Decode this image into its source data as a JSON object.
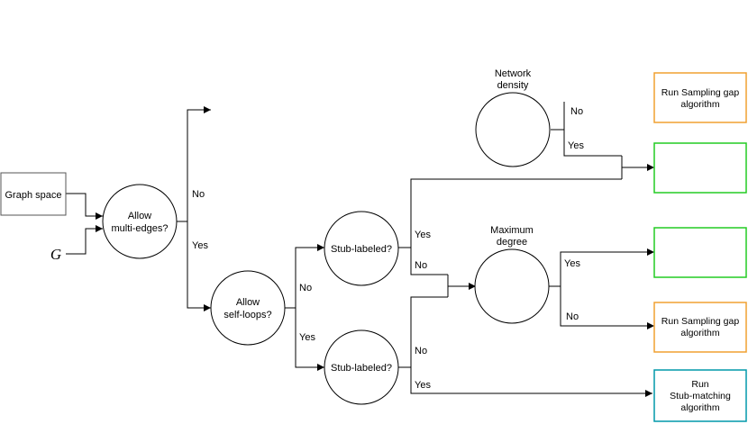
{
  "nodes": {
    "graph_space": "Graph space",
    "g_symbol": "G",
    "allow_multi_edges": [
      "Allow",
      "multi-edges?"
    ],
    "allow_self_loops": [
      "Allow",
      "self-loops?"
    ],
    "stub_labeled_top": "Stub-labeled?",
    "stub_labeled_bottom": "Stub-labeled?",
    "network_density": {
      "title": [
        "Network",
        "density"
      ]
    },
    "maximum_degree": {
      "title": [
        "Maximum",
        "degree"
      ]
    }
  },
  "edge_labels": {
    "multi_no": "No",
    "multi_yes": "Yes",
    "self_no": "No",
    "self_yes": "Yes",
    "stub_top_yes": "Yes",
    "stub_top_no": "No",
    "stub_bottom_no": "No",
    "stub_bottom_yes": "Yes",
    "density_no": "No",
    "density_yes": "Yes",
    "degree_yes": "Yes",
    "degree_no": "No"
  },
  "outcomes": {
    "sampling_gap_top": [
      "Run Sampling gap",
      "algorithm"
    ],
    "green_top": [],
    "green_mid": [],
    "sampling_gap_mid": [
      "Run Sampling gap",
      "algorithm"
    ],
    "stub_matching": [
      "Run",
      "Stub-matching",
      "algorithm"
    ]
  },
  "colors": {
    "orange_border": "#f0a030",
    "green_border": "#22cc22",
    "blue_border": "#0099aa",
    "stroke": "#000000"
  }
}
